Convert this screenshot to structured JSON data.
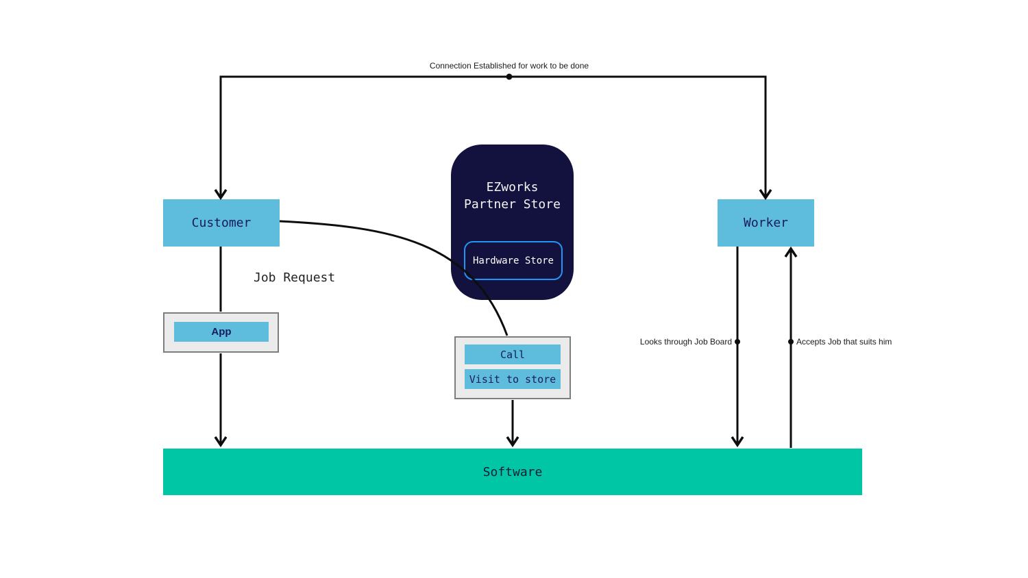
{
  "diagram": {
    "top_connection": {
      "label": "Connection Established for work to be done"
    },
    "customer": {
      "label": "Customer"
    },
    "worker": {
      "label": "Worker"
    },
    "partner_store": {
      "title_line1": "EZworks",
      "title_line2": "Partner Store",
      "button_label": "Hardware Store"
    },
    "job_request_label": "Job Request",
    "app": {
      "label": "App"
    },
    "contact_panel": {
      "call_label": "Call",
      "visit_label": "Visit to store"
    },
    "worker_flows": {
      "left_label": "Looks through Job Board",
      "right_label": "Accepts Job that suits him"
    },
    "software": {
      "label": "Software"
    },
    "colors": {
      "light_blue": "#5EBDDC",
      "navy": "#13123F",
      "teal": "#00C6A6",
      "accent_blue": "#2196F3",
      "text_navy": "#171A5E",
      "panel_gray": "#EBEBEB",
      "panel_border": "#7D7D7D",
      "line": "#0D0D0D"
    }
  }
}
